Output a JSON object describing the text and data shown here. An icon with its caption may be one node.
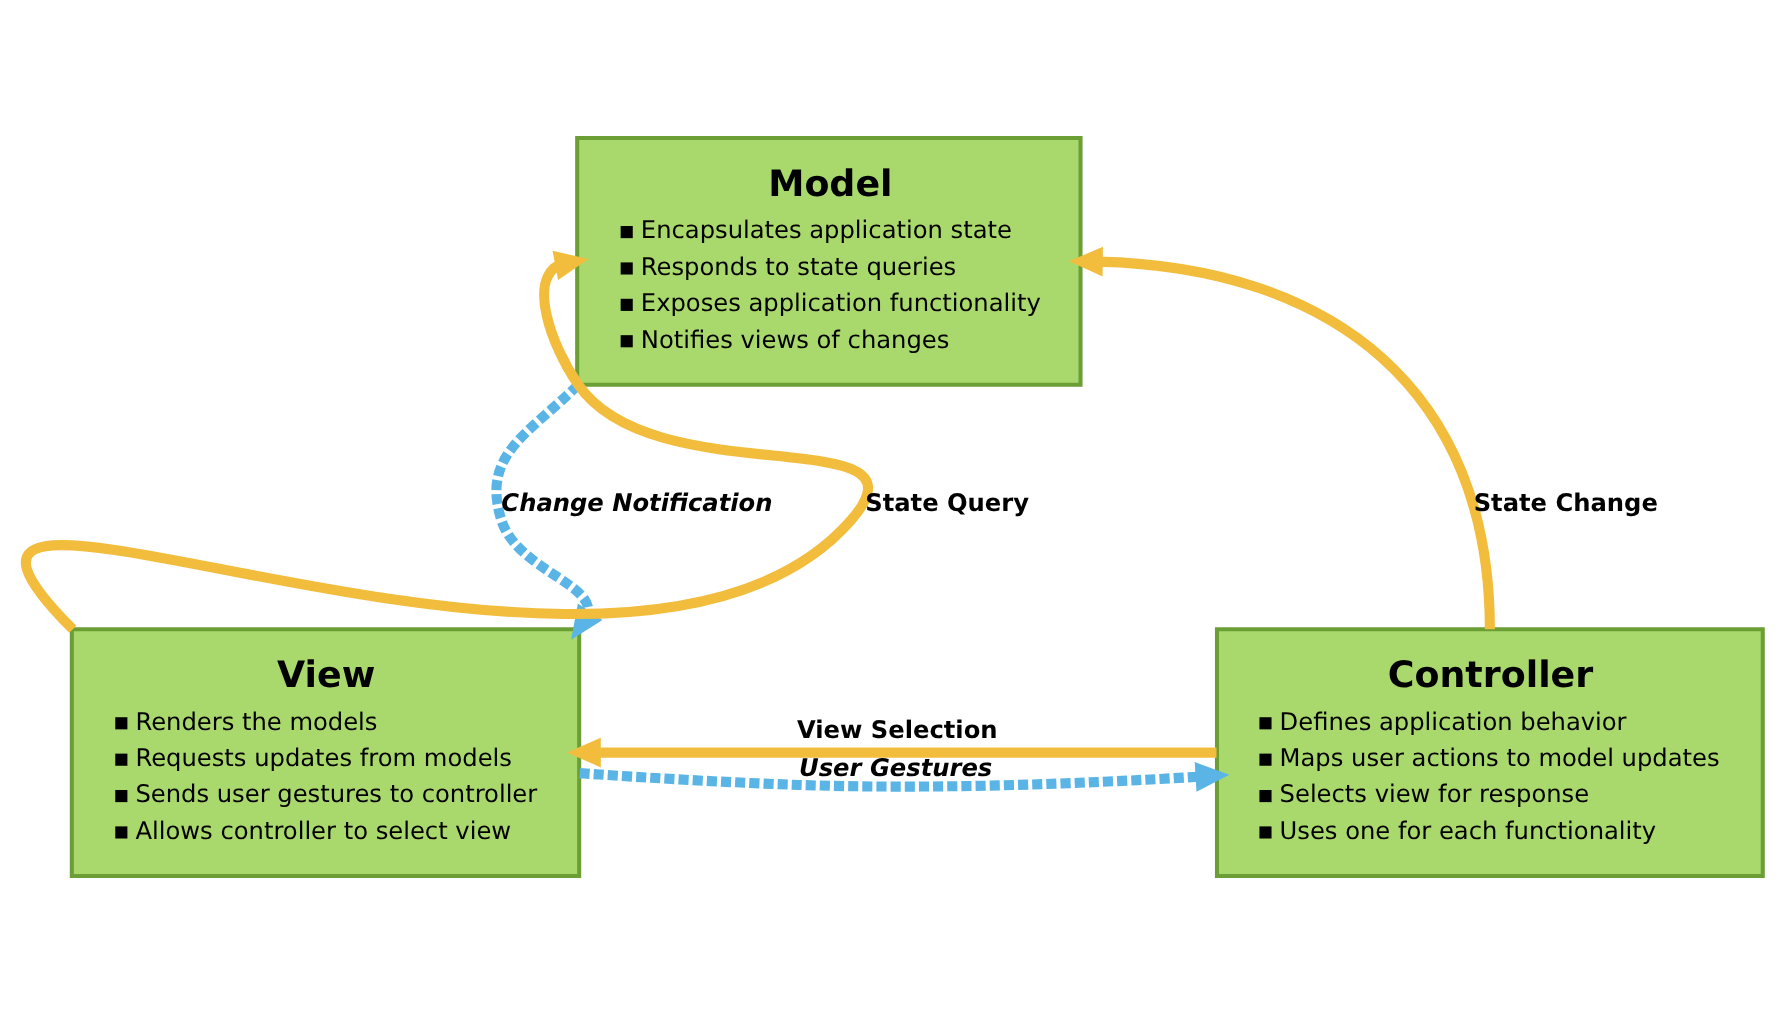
{
  "diagram": {
    "nodes": [
      {
        "text": [
          "Model",
          "Encapsulates application state",
          "Responds to state queries",
          "Exposes application functionality",
          "Notifies views of changes"
        ]
      },
      {
        "text": [
          "View",
          "Renders the models",
          "Requests updates from models",
          "Sends user gestures to controller",
          "Allows controller to select view"
        ]
      },
      {
        "text": [
          "Controller",
          "Defines application behavior",
          "Maps user actions to model updates",
          "Selects view for response",
          "Uses one for each functionality"
        ]
      }
    ],
    "edges": [
      {
        "from": 1,
        "to": 0,
        "arrow": "to",
        "label": "State Query"
      },
      {
        "from": 0,
        "to": 1,
        "arrow": "to",
        "label": "Change Notification",
        "style": "dashed",
        "color": "#5ab4e6"
      },
      {
        "from": 2,
        "to": 0,
        "arrow": "to",
        "label": "State Change"
      },
      {
        "from": 2,
        "to": 1,
        "arrow": "to",
        "label": "View Selection"
      },
      {
        "from": 1,
        "to": 2,
        "arrow": "to",
        "label": "User Gestures",
        "style": "dashed",
        "color": "#5ab4e6"
      }
    ]
  }
}
